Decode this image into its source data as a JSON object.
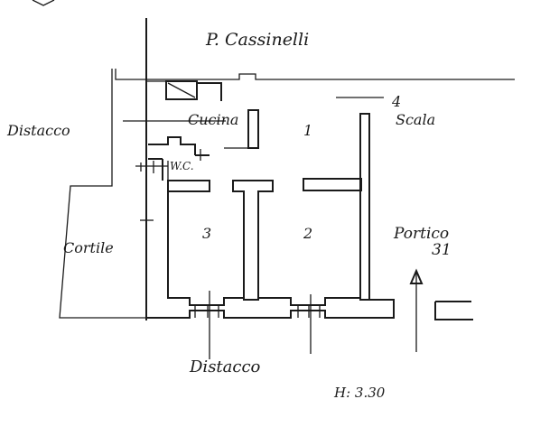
{
  "labels": {
    "owner": "P. Cassinelli",
    "kitchen": "Cucina",
    "wc": "W.C.",
    "room1": "1",
    "room2": "2",
    "room3": "3",
    "stairs_number": "4",
    "stairs": "Scala",
    "courtyard": "Cortile",
    "distacco_left": "Distacco",
    "distacco_bottom": "Distacco",
    "portico": "Portico",
    "portico_number": "31",
    "height": "H: 3.30"
  }
}
